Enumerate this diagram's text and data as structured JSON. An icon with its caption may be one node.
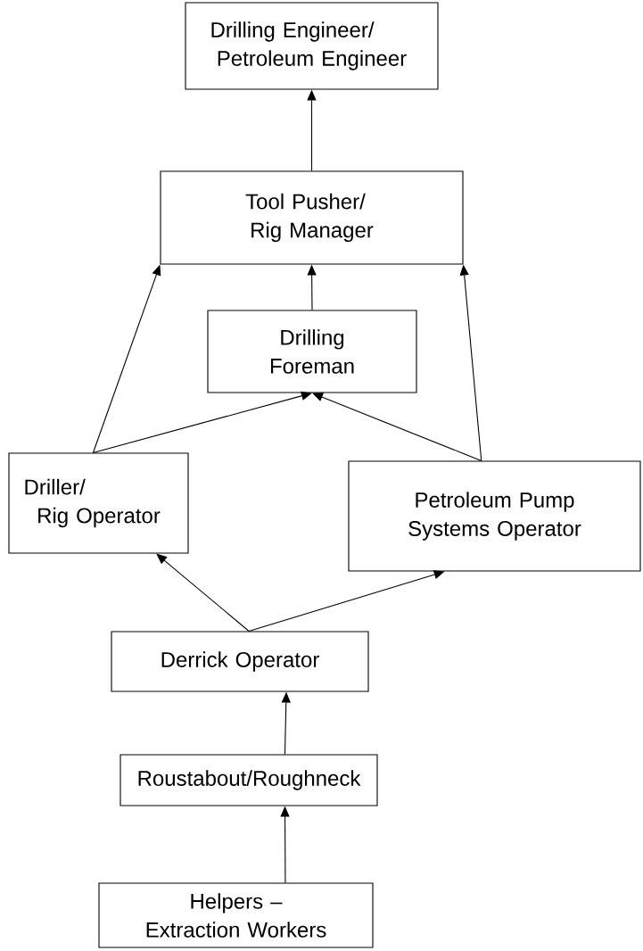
{
  "diagram": {
    "nodes": [
      {
        "text": [
          "Drilling Engineer/ Petroleum Engineer"
        ]
      },
      {
        "text": [
          "Tool Pusher/ Rig Manager"
        ]
      },
      {
        "text": [
          "Drilling Foreman"
        ]
      },
      {
        "text": [
          "Driller/ Rig Operator"
        ]
      },
      {
        "text": [
          "Petroleum Pump Systems Operator"
        ]
      },
      {
        "text": [
          "Derrick Operator"
        ]
      },
      {
        "text": [
          "Roustabout/Roughneck"
        ]
      },
      {
        "text": [
          "Helpers – Extraction Workers"
        ]
      }
    ],
    "edges": [
      {
        "from": 1,
        "to": 0,
        "arrow": "to"
      },
      {
        "from": 2,
        "to": 1,
        "arrow": "to"
      },
      {
        "from": 3,
        "to": 1,
        "arrow": "to"
      },
      {
        "from": 3,
        "to": 2,
        "arrow": "to"
      },
      {
        "from": 4,
        "to": 2,
        "arrow": "to"
      },
      {
        "from": 4,
        "to": 1,
        "arrow": "to"
      },
      {
        "from": 5,
        "to": 3,
        "arrow": "to"
      },
      {
        "from": 5,
        "to": 4,
        "arrow": "to"
      },
      {
        "from": 6,
        "to": 5,
        "arrow": "to"
      },
      {
        "from": 7,
        "to": 6,
        "arrow": "to"
      }
    ]
  }
}
